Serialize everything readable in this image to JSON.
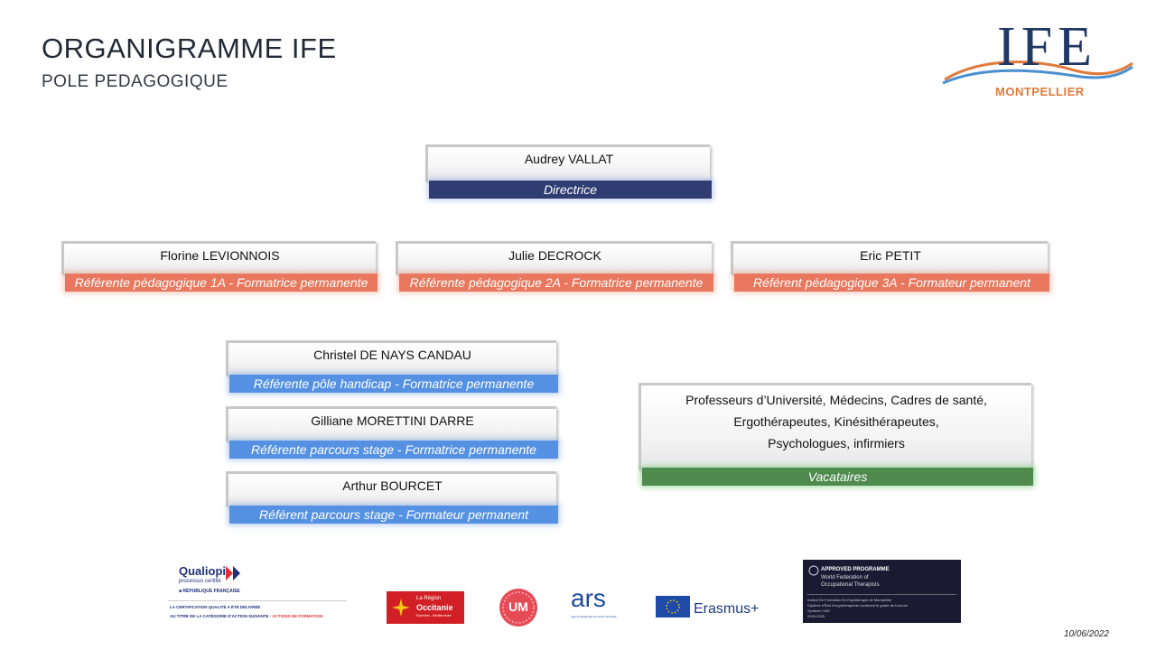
{
  "header": {
    "title": "ORGANIGRAMME IFE",
    "subtitle": "POLE PEDAGOGIQUE"
  },
  "brand_logo": {
    "name": "IFE",
    "city": "MONTPELLIER",
    "colors": {
      "text": "#1f3864",
      "wave_orange": "#e07a3a",
      "wave_blue": "#4a90d0",
      "city": "#e07a3a"
    }
  },
  "org": {
    "director": {
      "name": "Audrey VALLAT",
      "role": "Directrice"
    },
    "referents": [
      {
        "name": "Florine  LEVIONNOIS",
        "role": "Référente pédagogique 1A - Formatrice permanente"
      },
      {
        "name": "Julie DECROCK",
        "role": "Référente pédagogique 2A - Formatrice permanente"
      },
      {
        "name": "Eric PETIT",
        "role": "Référent pédagogique 3A - Formateur permanent"
      }
    ],
    "staff": [
      {
        "name": "Christel DE NAYS CANDAU",
        "role": "Référente pôle handicap - Formatrice permanente"
      },
      {
        "name": "Gilliane MORETTINI DARRE",
        "role": "Référente parcours stage - Formatrice permanente"
      },
      {
        "name": "Arthur  BOURCET",
        "role": "Référent parcours stage - Formateur permanent"
      }
    ],
    "vacataires": {
      "lines": [
        "Professeurs d’Université, Médecins, Cadres de santé,",
        "Ergothérapeutes, Kinésithérapeutes,",
        "Psychologues, infirmiers"
      ],
      "role": "Vacataires"
    }
  },
  "role_colors": {
    "director": "#2f3d72",
    "referent": "#e8775d",
    "staff": "#5591e2",
    "vacataires": "#4f8a4f"
  },
  "partner_logos": {
    "qualiopi": {
      "brand": "Qualiopi",
      "sub": "processus certifié",
      "rf": "■ RÉPUBLIQUE FRANÇAISE",
      "cert_line1": "LA CERTIFICATION QUALITÉ A ÉTÉ DÉLIVRÉE",
      "cert_line2": "AU TITRE DE LA CATÉGORIE D'ACTION SUIVANTE :",
      "cert_action": "ACTIONS DE FORMATION"
    },
    "occitanie": {
      "line1": "La Région",
      "line2": "Occitanie",
      "line3": "Pyrénées - Méditerranée"
    },
    "um": {
      "text": "UM"
    },
    "ars": {
      "text": "ars",
      "sub": "Agence Régionale de Santé Occitanie"
    },
    "erasmus": {
      "text": "Erasmus+"
    },
    "wfot": {
      "line1": "APPROVED PROGRAMME",
      "line2": "World Federation of",
      "line3": "Occupational Therapists",
      "line4": "Institut De Formation En Ergothérapie de Montpellier",
      "line5": "Diplôme d'État d'ergothérapeute conférant le grade de Licence",
      "line6": "Système LMD",
      "line7": "2020-2025"
    }
  },
  "footer": {
    "date": "10/06/2022"
  }
}
